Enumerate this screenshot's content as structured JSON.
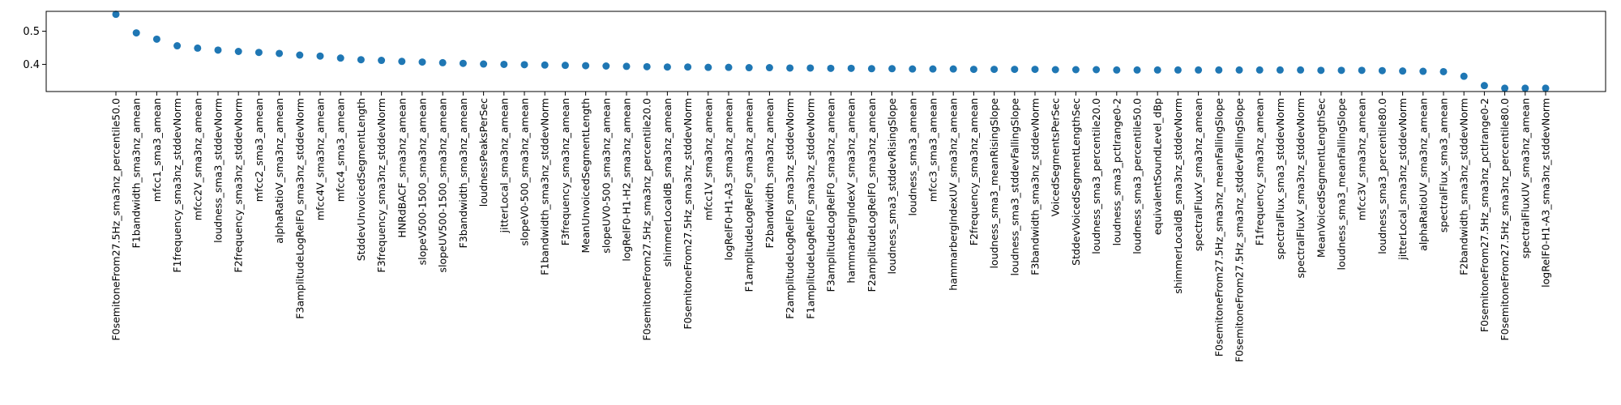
{
  "chart_data": {
    "type": "scatter",
    "grid": false,
    "ylim": [
      0.318,
      0.56
    ],
    "yticks": [
      0.4,
      0.5
    ],
    "ytick_labels": [
      "0.4",
      "0.5"
    ],
    "point_color": "#1f77b4",
    "points": [
      {
        "x": "F0semitoneFrom27.5Hz_sma3nz_percentile50.0",
        "y": 0.551
      },
      {
        "x": "F1bandwidth_sma3nz_amean",
        "y": 0.495
      },
      {
        "x": "mfcc1_sma3_amean",
        "y": 0.476
      },
      {
        "x": "F1frequency_sma3nz_stddevNorm",
        "y": 0.456
      },
      {
        "x": "mfcc2V_sma3nz_amean",
        "y": 0.449
      },
      {
        "x": "loudness_sma3_stddevNorm",
        "y": 0.443
      },
      {
        "x": "F2frequency_sma3nz_stddevNorm",
        "y": 0.439
      },
      {
        "x": "mfcc2_sma3_amean",
        "y": 0.436
      },
      {
        "x": "alphaRatioV_sma3nz_amean",
        "y": 0.433
      },
      {
        "x": "F3amplitudeLogRelF0_sma3nz_stddevNorm",
        "y": 0.428
      },
      {
        "x": "mfcc4V_sma3nz_amean",
        "y": 0.425
      },
      {
        "x": "mfcc4_sma3_amean",
        "y": 0.419
      },
      {
        "x": "StddevUnvoicedSegmentLength",
        "y": 0.414
      },
      {
        "x": "F3frequency_sma3nz_stddevNorm",
        "y": 0.412
      },
      {
        "x": "HNRdBACF_sma3nz_amean",
        "y": 0.409
      },
      {
        "x": "slopeV500-1500_sma3nz_amean",
        "y": 0.407
      },
      {
        "x": "slopeUV500-1500_sma3nz_amean",
        "y": 0.405
      },
      {
        "x": "F3bandwidth_sma3nz_amean",
        "y": 0.403
      },
      {
        "x": "loudnessPeaksPerSec",
        "y": 0.401
      },
      {
        "x": "jitterLocal_sma3nz_amean",
        "y": 0.4
      },
      {
        "x": "slopeV0-500_sma3nz_amean",
        "y": 0.399
      },
      {
        "x": "F1bandwidth_sma3nz_stddevNorm",
        "y": 0.398
      },
      {
        "x": "F3frequency_sma3nz_amean",
        "y": 0.397
      },
      {
        "x": "MeanUnvoicedSegmentLength",
        "y": 0.396
      },
      {
        "x": "slopeUV0-500_sma3nz_amean",
        "y": 0.395
      },
      {
        "x": "logRelF0-H1-H2_sma3nz_amean",
        "y": 0.394
      },
      {
        "x": "F0semitoneFrom27.5Hz_sma3nz_percentile20.0",
        "y": 0.393
      },
      {
        "x": "shimmerLocaldB_sma3nz_amean",
        "y": 0.392
      },
      {
        "x": "F0semitoneFrom27.5Hz_sma3nz_stddevNorm",
        "y": 0.392
      },
      {
        "x": "mfcc1V_sma3nz_amean",
        "y": 0.391
      },
      {
        "x": "logRelF0-H1-A3_sma3nz_amean",
        "y": 0.391
      },
      {
        "x": "F1amplitudeLogRelF0_sma3nz_amean",
        "y": 0.39
      },
      {
        "x": "F2bandwidth_sma3nz_amean",
        "y": 0.39
      },
      {
        "x": "F2amplitudeLogRelF0_sma3nz_stddevNorm",
        "y": 0.389
      },
      {
        "x": "F1amplitudeLogRelF0_sma3nz_stddevNorm",
        "y": 0.389
      },
      {
        "x": "F3amplitudeLogRelF0_sma3nz_amean",
        "y": 0.388
      },
      {
        "x": "hammarbergIndexV_sma3nz_amean",
        "y": 0.388
      },
      {
        "x": "F2amplitudeLogRelF0_sma3nz_amean",
        "y": 0.387
      },
      {
        "x": "loudness_sma3_stddevRisingSlope",
        "y": 0.387
      },
      {
        "x": "loudness_sma3_amean",
        "y": 0.386
      },
      {
        "x": "mfcc3_sma3_amean",
        "y": 0.386
      },
      {
        "x": "hammarbergIndexUV_sma3nz_amean",
        "y": 0.386
      },
      {
        "x": "F2frequency_sma3nz_amean",
        "y": 0.385
      },
      {
        "x": "loudness_sma3_meanRisingSlope",
        "y": 0.385
      },
      {
        "x": "loudness_sma3_stddevFallingSlope",
        "y": 0.385
      },
      {
        "x": "F3bandwidth_sma3nz_stddevNorm",
        "y": 0.385
      },
      {
        "x": "VoicedSegmentsPerSec",
        "y": 0.384
      },
      {
        "x": "StddevVoicedSegmentLengthSec",
        "y": 0.384
      },
      {
        "x": "loudness_sma3_percentile20.0",
        "y": 0.384
      },
      {
        "x": "loudness_sma3_pctlrange0-2",
        "y": 0.383
      },
      {
        "x": "loudness_sma3_percentile50.0",
        "y": 0.383
      },
      {
        "x": "equivalentSoundLevel_dBp",
        "y": 0.383
      },
      {
        "x": "shimmerLocaldB_sma3nz_stddevNorm",
        "y": 0.383
      },
      {
        "x": "spectralFluxV_sma3nz_amean",
        "y": 0.383
      },
      {
        "x": "F0semitoneFrom27.5Hz_sma3nz_meanFallingSlope",
        "y": 0.383
      },
      {
        "x": "F0semitoneFrom27.5Hz_sma3nz_stddevFallingSlope",
        "y": 0.383
      },
      {
        "x": "F1frequency_sma3nz_amean",
        "y": 0.383
      },
      {
        "x": "spectralFlux_sma3_stddevNorm",
        "y": 0.383
      },
      {
        "x": "spectralFluxV_sma3nz_stddevNorm",
        "y": 0.383
      },
      {
        "x": "MeanVoicedSegmentLengthSec",
        "y": 0.382
      },
      {
        "x": "loudness_sma3_meanFallingSlope",
        "y": 0.382
      },
      {
        "x": "mfcc3V_sma3nz_amean",
        "y": 0.382
      },
      {
        "x": "loudness_sma3_percentile80.0",
        "y": 0.381
      },
      {
        "x": "jitterLocal_sma3nz_stddevNorm",
        "y": 0.38
      },
      {
        "x": "alphaRatioUV_sma3nz_amean",
        "y": 0.379
      },
      {
        "x": "spectralFlux_sma3_amean",
        "y": 0.378
      },
      {
        "x": "F2bandwidth_sma3nz_stddevNorm",
        "y": 0.364
      },
      {
        "x": "F0semitoneFrom27.5Hz_sma3nz_pctlrange0-2",
        "y": 0.336
      },
      {
        "x": "F0semitoneFrom27.5Hz_sma3nz_percentile80.0",
        "y": 0.328
      },
      {
        "x": "spectralFluxUV_sma3nz_amean",
        "y": 0.328
      },
      {
        "x": "logRelF0-H1-A3_sma3nz_stddevNorm",
        "y": 0.328
      }
    ]
  }
}
